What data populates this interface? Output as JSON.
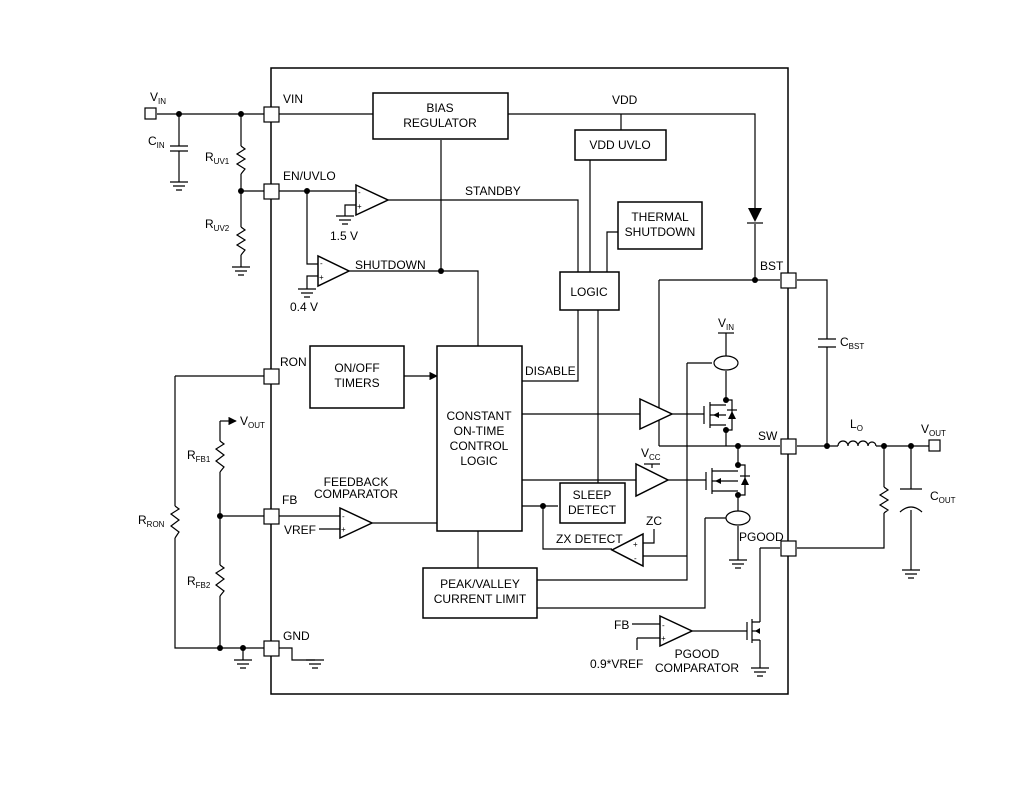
{
  "blocks": {
    "bias_regulator": [
      "BIAS",
      "REGULATOR"
    ],
    "vdd_uvlo": "VDD UVLO",
    "thermal_shutdown": [
      "THERMAL",
      "SHUTDOWN"
    ],
    "logic": "LOGIC",
    "on_off_timers": [
      "ON/OFF",
      "TIMERS"
    ],
    "control_logic": [
      "CONSTANT",
      "ON-TIME",
      "CONTROL",
      "LOGIC"
    ],
    "sleep_detect": [
      "SLEEP",
      "DETECT"
    ],
    "current_limit": [
      "PEAK/VALLEY",
      "CURRENT LIMIT"
    ]
  },
  "pins": {
    "vin": "VIN",
    "en_uvlo": "EN/UVLO",
    "ron": "RON",
    "fb": "FB",
    "gnd": "GND",
    "bst": "BST",
    "sw": "SW",
    "pgood": "PGOOD"
  },
  "signals": {
    "vdd": "VDD",
    "standby": "STANDBY",
    "shutdown": "SHUTDOWN",
    "disable": "DISABLE",
    "vref": "VREF",
    "zx_detect": "ZX DETECT",
    "zc": "ZC",
    "fb_in": "FB",
    "pgood_ref": "0.9*VREF",
    "ref_1v5": "1.5 V",
    "ref_0v4": "0.4 V",
    "feedback_comparator": [
      "FEEDBACK",
      "COMPARATOR"
    ],
    "pgood_comparator": [
      "PGOOD",
      "COMPARATOR"
    ]
  },
  "components": {
    "vin_ext": {
      "main": "V",
      "sub": "IN"
    },
    "cin": {
      "main": "C",
      "sub": "IN"
    },
    "ruv1": {
      "main": "R",
      "sub": "UV1"
    },
    "ruv2": {
      "main": "R",
      "sub": "UV2"
    },
    "vout_fb": {
      "main": "V",
      "sub": "OUT"
    },
    "rfb1": {
      "main": "R",
      "sub": "FB1"
    },
    "rfb2": {
      "main": "R",
      "sub": "FB2"
    },
    "rron": {
      "main": "R",
      "sub": "RON"
    },
    "vin_int": {
      "main": "V",
      "sub": "IN"
    },
    "vcc": {
      "main": "V",
      "sub": "CC"
    },
    "cbst": {
      "main": "C",
      "sub": "BST"
    },
    "lo": {
      "main": "L",
      "sub": "O"
    },
    "vout": {
      "main": "V",
      "sub": "OUT"
    },
    "cout": {
      "main": "C",
      "sub": "OUT"
    }
  },
  "comparator_signs": {
    "plus": "+",
    "minus": "-"
  }
}
